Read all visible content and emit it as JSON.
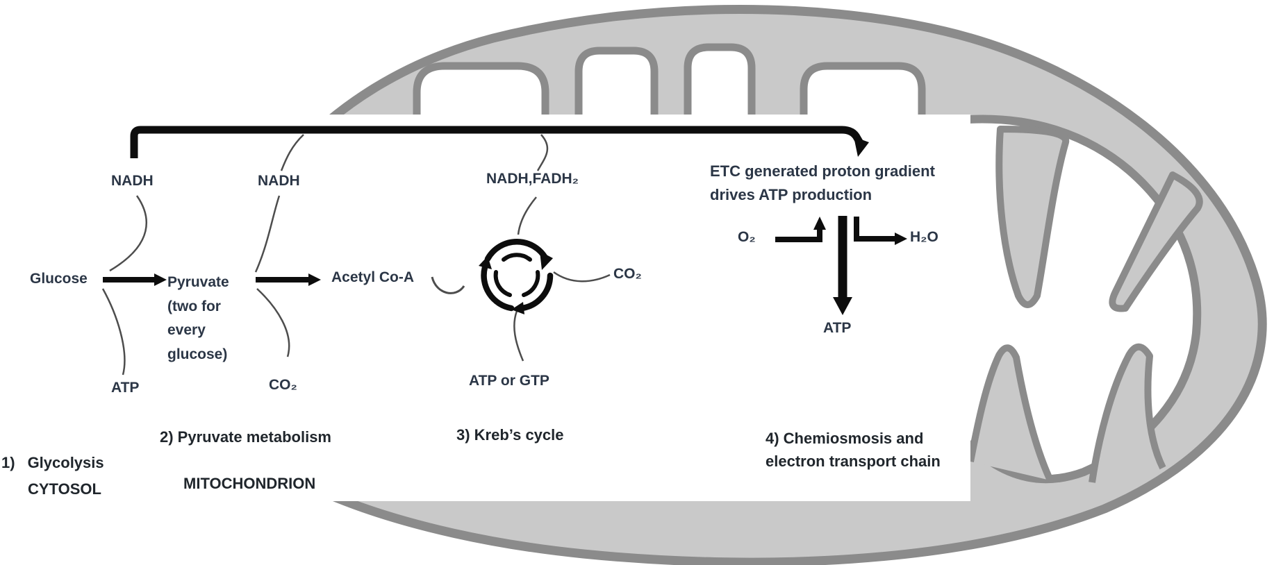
{
  "colors": {
    "matrix_gray": "#c9c9c9",
    "membrane_gray": "#8b8b8b",
    "molecule_text": "#2b3646",
    "caption_text": "#20262c",
    "arrow_black": "#0d0d0d"
  },
  "molecules": {
    "nadh_glycolysis": "NADH",
    "nadh_pyruvate": "NADH",
    "nadh_fadh2_krebs": "NADH,FADH₂",
    "glucose": "Glucose",
    "pyruvate": "Pyruvate\n(two for\nevery\nglucose)",
    "acetyl_coa": "Acetyl Co-A",
    "co2_krebs": "CO₂",
    "atp_or_gtp": "ATP or GTP",
    "atp_glycolysis": "ATP",
    "co2_pyruvate": "CO₂",
    "o2": "O₂",
    "h2o": "H₂O",
    "atp_chemiosmosis": "ATP"
  },
  "annotations": {
    "etc_note": "ETC generated proton gradient\ndrives ATP production"
  },
  "steps": {
    "step1_number": "1)",
    "step1_label": "Glycolysis",
    "step2": "2) Pyruvate metabolism",
    "step3": "3) Kreb’s cycle",
    "step4": "4) Chemiosmosis and\nelectron transport chain"
  },
  "locations": {
    "cytosol": "CYTOSOL",
    "mitochondrion": "MITOCHONDRION"
  }
}
